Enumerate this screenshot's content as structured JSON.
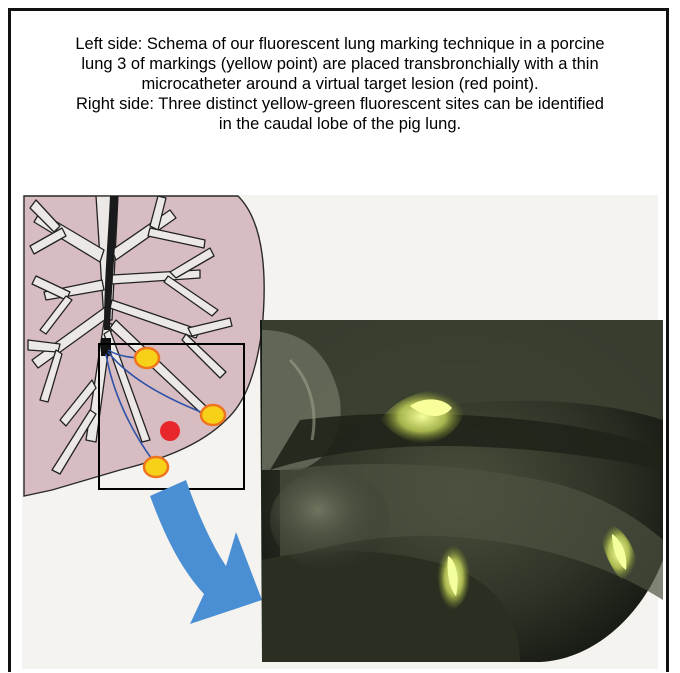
{
  "caption": {
    "line1": "Left side: Schema of our fluorescent lung marking technique in a porcine",
    "line2": "lung 3 of markings (yellow point) are placed transbronchially with a thin",
    "line3": "microcatheter around a virtual target lesion (red point).",
    "line4": "Right side: Three distinct yellow-green fluorescent sites can be identified",
    "line5": "in the caudal lobe of the pig lung."
  },
  "colors": {
    "lung_fill": "#d7bcc1",
    "airway_fill": "#ebe8e6",
    "marker_fill": "#f7d117",
    "marker_edge": "#ee7420",
    "lesion": "#e8272c",
    "arrow": "#4a8fd4",
    "catheter": "#2e52a8",
    "fluorescence": "#e8f080"
  },
  "legend_semantics": {
    "marker_count": 3,
    "lesion_count": 1,
    "fluorescent_site_count": 3
  }
}
